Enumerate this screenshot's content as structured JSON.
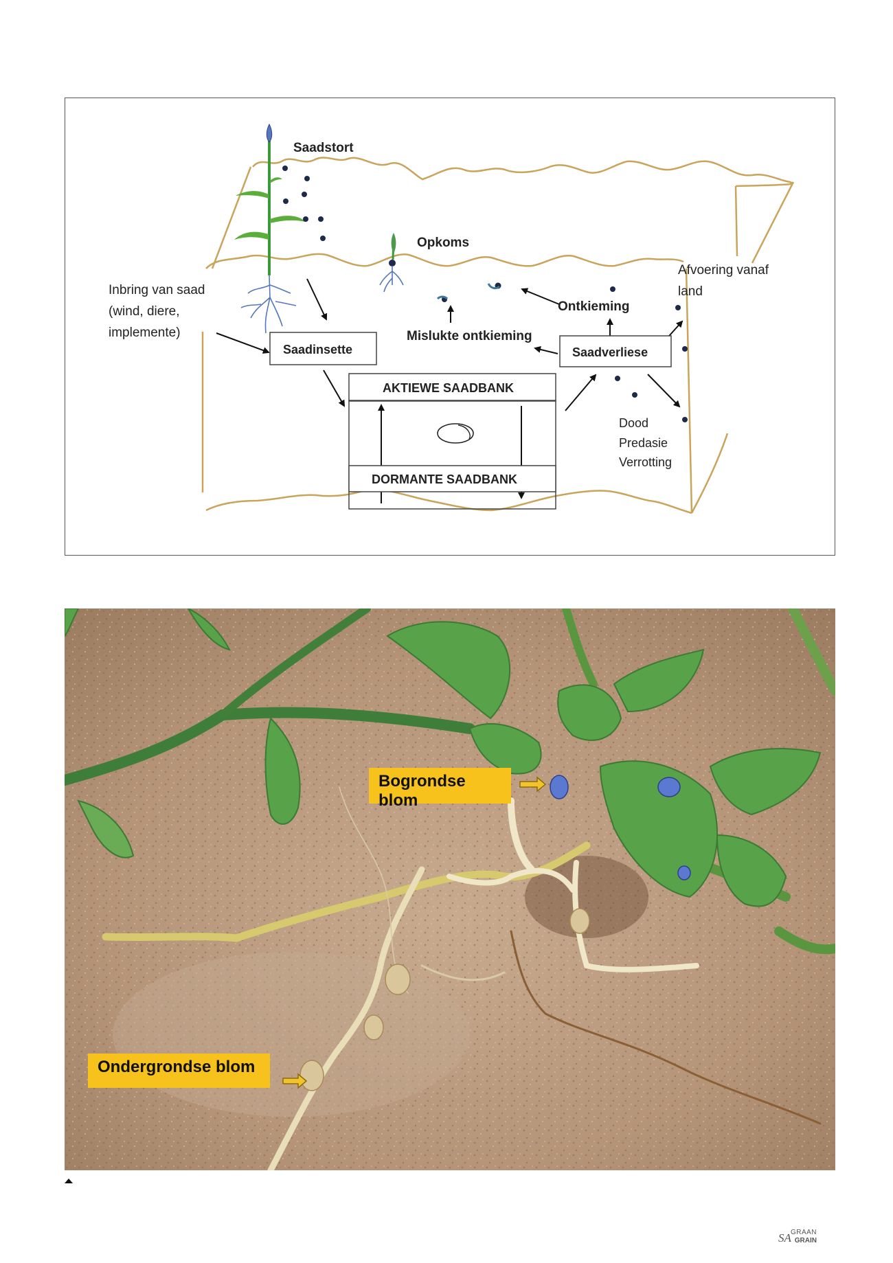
{
  "diagram": {
    "labels": {
      "saadstort": "Saadstort",
      "opkoms": "Opkoms",
      "inbring_1": "Inbring van saad",
      "inbring_2": "(wind, diere,",
      "inbring_3": "implemente)",
      "afvoering_1": "Afvoering vanaf",
      "afvoering_2": "land",
      "ontkieming": "Ontkieming",
      "mislukte": "Mislukte ontkieming",
      "dood": "Dood",
      "predasie": "Predasie",
      "verrotting": "Verrotting"
    },
    "boxes": {
      "saadinsette": "Saadinsette",
      "saadverliese": "Saadverliese",
      "aktiewe": "AKTIEWE SAADBANK",
      "dormante": "DORMANTE SAADBANK"
    },
    "colors": {
      "soil_line": "#c9a45a",
      "plant_green": "#3a9a3a",
      "root_blue": "#5577bb",
      "seed": "#1e2a4a"
    }
  },
  "photo": {
    "callouts": {
      "bogrondse": "Bogrondse blom",
      "ondergrondse": "Ondergrondse blom"
    },
    "colors": {
      "callout_bg": "#f7c21b",
      "soil": "#b9987a"
    }
  },
  "brand": {
    "line1": "GRAAN",
    "line2": "GRAIN",
    "prefix": "SA"
  }
}
